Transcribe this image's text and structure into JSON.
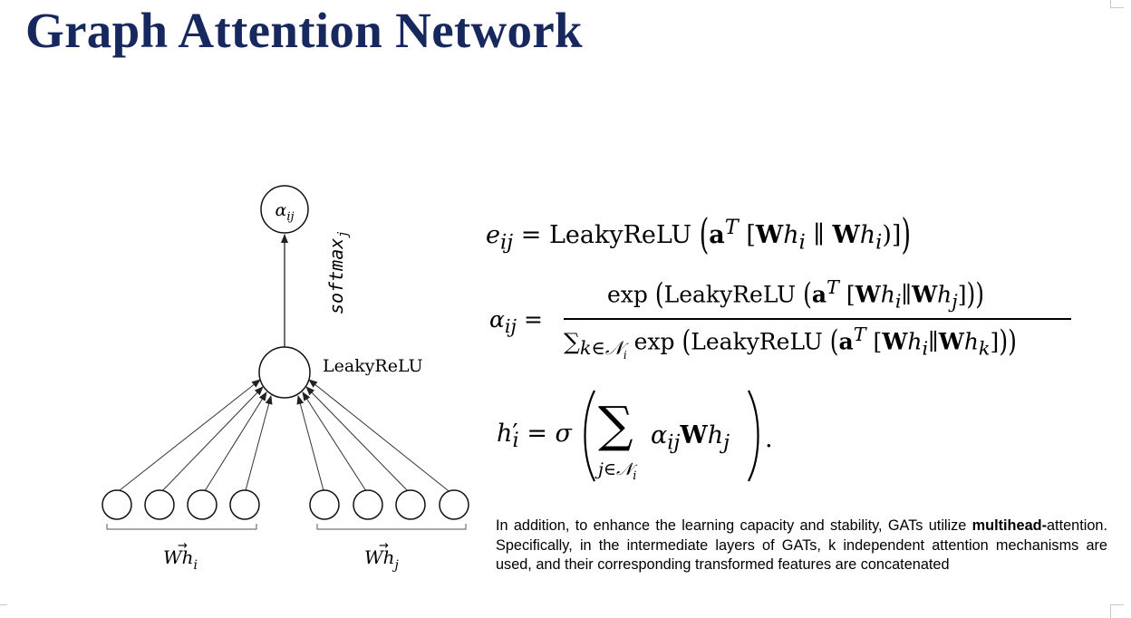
{
  "title": "Graph Attention Network",
  "diagram": {
    "output_label": "α_ij",
    "edge_label": "softmax_j",
    "node_label": "LeakyReLU",
    "group_left_label": "Wh_i",
    "group_right_label": "Wh_j",
    "input_nodes_per_group": 4
  },
  "equations": {
    "eq1": "e_ij = LeakyReLU (a^T [Wh_i || Wh_i)])",
    "eq2_lhs": "α_ij =",
    "eq2_numerator": "exp (LeakyReLU (a^T [Wh_i||Wh_j]))",
    "eq2_denominator": "Σ_{k∈N_i} exp (LeakyReLU (a^T [Wh_i||Wh_k]))",
    "eq3": "h'_i = σ ( Σ_{j∈N_i} α_ij Wh_j )."
  },
  "description": {
    "before_bold": "In addition, to enhance the learning capacity and stability, GATs utilize ",
    "bold": "multihead-",
    "after_bold": "attention. Specifically, in the intermediate layers of GATs, k independent attention mechanisms are used, and their corresponding transformed features are concatenated"
  }
}
